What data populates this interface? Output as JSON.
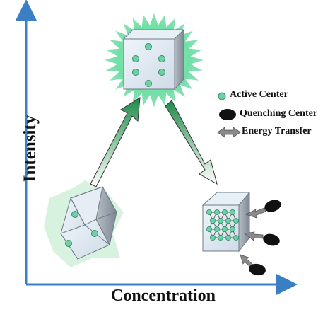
{
  "axes": {
    "x_label": "Concentration",
    "y_label": "Intensity",
    "axis_color": "#3a7fc4"
  },
  "legend": {
    "active_center": "Active Center",
    "quenching_center": "Quenching Center",
    "energy_transfer": "Energy Transfer"
  },
  "colors": {
    "active_center": "#6fcfa6",
    "quenching_center": "#111111",
    "energy_transfer": "#8a8a8a",
    "glow": "#7de3b0",
    "cube_front": "#dfe9f3",
    "cube_side": "#9aa4ae"
  },
  "cubes": [
    {
      "state": "low-concentration",
      "active_centers": 3
    },
    {
      "state": "optimal-concentration",
      "active_centers": 6
    },
    {
      "state": "high-concentration",
      "active_centers": 16,
      "quenching_centers": 3
    }
  ]
}
